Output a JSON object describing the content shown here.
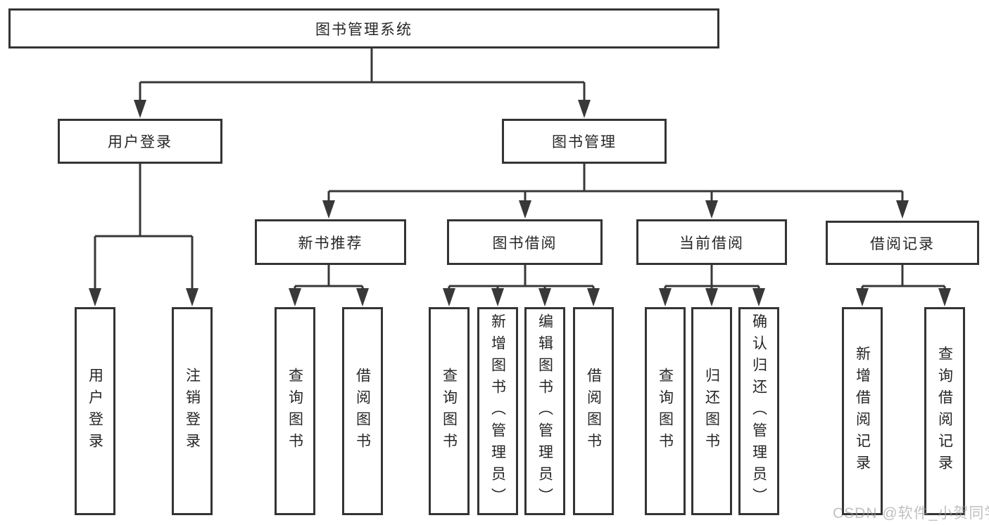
{
  "tree": {
    "label": "图书管理系统",
    "children": [
      {
        "label": "用户登录",
        "children": [
          {
            "label": "用户登录"
          },
          {
            "label": "注销登录"
          }
        ]
      },
      {
        "label": "图书管理",
        "children": [
          {
            "label": "新书推荐",
            "children": [
              {
                "label": "查询图书"
              },
              {
                "label": "借阅图书"
              }
            ]
          },
          {
            "label": "图书借阅",
            "children": [
              {
                "label": "查询图书"
              },
              {
                "label": "新增图书（管理员）"
              },
              {
                "label": "编辑图书（管理员）"
              },
              {
                "label": "借阅图书"
              }
            ]
          },
          {
            "label": "当前借阅",
            "children": [
              {
                "label": "查询图书"
              },
              {
                "label": "归还图书"
              },
              {
                "label": "确认归还（管理员）"
              }
            ]
          },
          {
            "label": "借阅记录",
            "children": [
              {
                "label": "新增借阅记录"
              },
              {
                "label": "查询借阅记录"
              }
            ]
          }
        ]
      }
    ]
  },
  "watermark": {
    "text": "CSDN @软件_小贺同学"
  },
  "colors": {
    "background": "#ffffff",
    "box_border": "#343434",
    "line": "#383838",
    "text": "#262626",
    "watermark": "#9a9a9a"
  }
}
